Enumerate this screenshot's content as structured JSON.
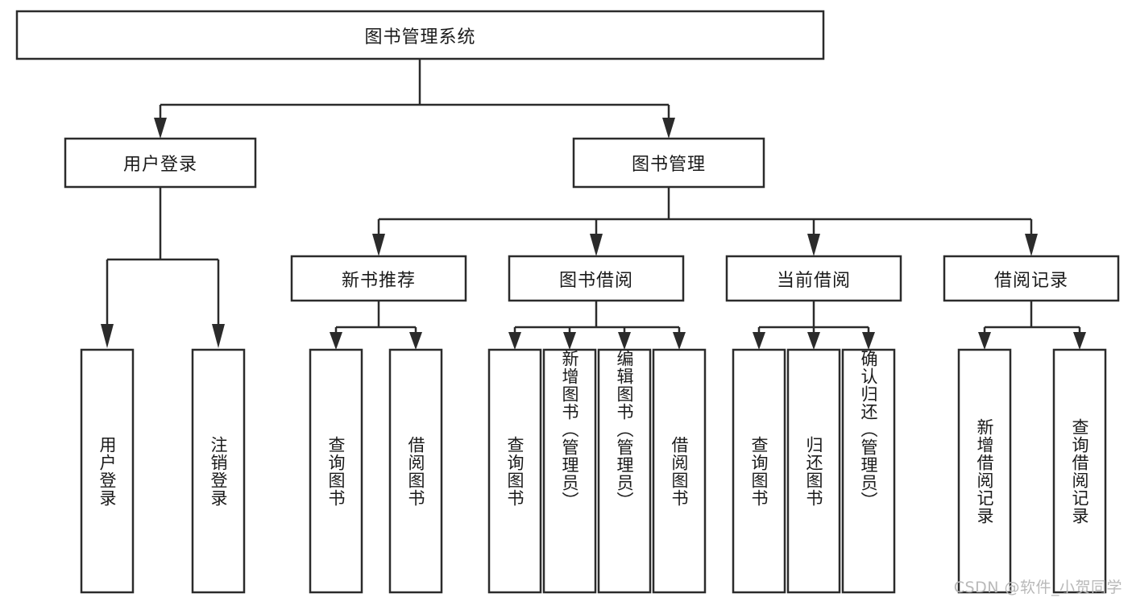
{
  "diagram": {
    "type": "tree-hierarchy",
    "title": "图书管理系统",
    "watermark": "CSDN @软件_小贺同学",
    "colors": {
      "background": "#ffffff",
      "box_stroke": "#2b2b2b",
      "box_fill": "#ffffff",
      "text": "#1a1a1a",
      "watermark": "#b9b9b9"
    },
    "levels": {
      "root": {
        "label": "图书管理系统"
      },
      "level2": [
        {
          "label": "用户登录"
        },
        {
          "label": "图书管理"
        }
      ],
      "level3": [
        {
          "label": "新书推荐"
        },
        {
          "label": "图书借阅"
        },
        {
          "label": "当前借阅"
        },
        {
          "label": "借阅记录"
        }
      ],
      "leaves": {
        "user_login": [
          {
            "label": "用户登录"
          },
          {
            "label": "注销登录"
          }
        ],
        "new_book_recommend": [
          {
            "label": "查询图书"
          },
          {
            "label": "借阅图书"
          }
        ],
        "book_borrow": [
          {
            "label": "查询图书"
          },
          {
            "label": "新增图书（管理员）"
          },
          {
            "label": "编辑图书（管理员）"
          },
          {
            "label": "借阅图书"
          }
        ],
        "current_borrow": [
          {
            "label": "查询图书"
          },
          {
            "label": "归还图书"
          },
          {
            "label": "确认归还（管理员）"
          }
        ],
        "borrow_record": [
          {
            "label": "新增借阅记录"
          },
          {
            "label": "查询借阅记录"
          }
        ]
      }
    },
    "edges": [
      {
        "from": "图书管理系统",
        "to": "用户登录"
      },
      {
        "from": "图书管理系统",
        "to": "图书管理"
      },
      {
        "from": "用户登录",
        "to": "用户登录"
      },
      {
        "from": "用户登录",
        "to": "注销登录"
      },
      {
        "from": "图书管理",
        "to": "新书推荐"
      },
      {
        "from": "图书管理",
        "to": "图书借阅"
      },
      {
        "from": "图书管理",
        "to": "当前借阅"
      },
      {
        "from": "图书管理",
        "to": "借阅记录"
      },
      {
        "from": "新书推荐",
        "to": "查询图书"
      },
      {
        "from": "新书推荐",
        "to": "借阅图书"
      },
      {
        "from": "图书借阅",
        "to": "查询图书"
      },
      {
        "from": "图书借阅",
        "to": "新增图书（管理员）"
      },
      {
        "from": "图书借阅",
        "to": "编辑图书（管理员）"
      },
      {
        "from": "图书借阅",
        "to": "借阅图书"
      },
      {
        "from": "当前借阅",
        "to": "查询图书"
      },
      {
        "from": "当前借阅",
        "to": "归还图书"
      },
      {
        "from": "当前借阅",
        "to": "确认归还（管理员）"
      },
      {
        "from": "借阅记录",
        "to": "新增借阅记录"
      },
      {
        "from": "借阅记录",
        "to": "查询借阅记录"
      }
    ]
  }
}
